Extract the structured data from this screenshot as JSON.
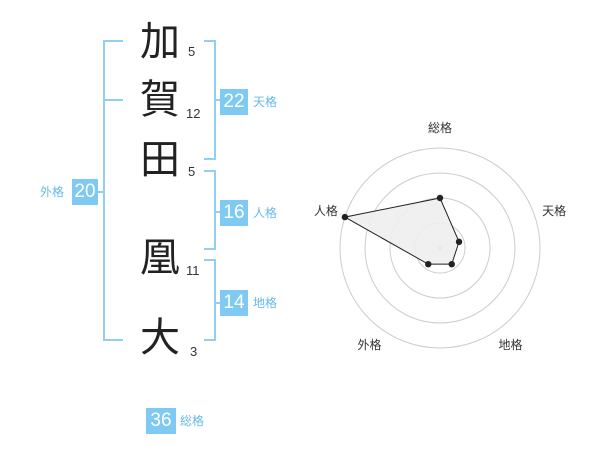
{
  "name_chars": [
    {
      "char": "加",
      "count": "5"
    },
    {
      "char": "賀",
      "count": "12"
    },
    {
      "char": "田",
      "count": "5"
    },
    {
      "char": "凰",
      "count": "11"
    },
    {
      "char": "大",
      "count": "3"
    }
  ],
  "fortune": {
    "tenkaku": {
      "value": "22",
      "label": "天格"
    },
    "jinkaku": {
      "value": "16",
      "label": "人格"
    },
    "chikaku": {
      "value": "14",
      "label": "地格"
    },
    "gaikaku": {
      "value": "20",
      "label": "外格"
    },
    "soukaku": {
      "value": "36",
      "label": "総格"
    }
  },
  "chart_data": {
    "type": "radar",
    "axes": [
      "総格",
      "天格",
      "地格",
      "外格",
      "人格"
    ],
    "rings": 4,
    "values": [
      2.0,
      0.8,
      0.8,
      0.8,
      4.0
    ],
    "max": 4.0,
    "colors": {
      "fill": "#eeeeee",
      "line": "#222222",
      "ring": "#cccccc"
    }
  }
}
